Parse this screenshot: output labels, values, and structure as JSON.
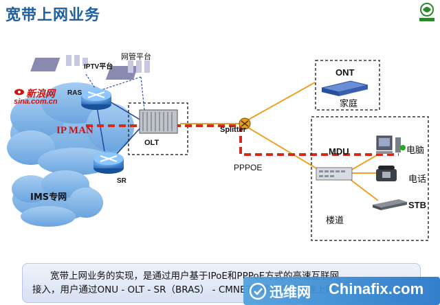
{
  "title": "宽带上网业务",
  "colors": {
    "title": "#1f5f9f",
    "ipman": "#cc1111",
    "fiber": "#f0a020",
    "dash": "#d42a1a",
    "cloud": "#7fb3e6"
  },
  "labels": {
    "sina_brand": "新浪网",
    "sina_domain": "sina.com.cn",
    "iptv": "IPTV平台",
    "nms": "网管平台",
    "bras": "RAS",
    "ipman": "IP MAN",
    "olt": "OLT",
    "sr": "SR",
    "ims": "IMS专网",
    "splitter": "Splitter",
    "pppoe": "PPPOE",
    "ont": "ONT",
    "home": "家庭",
    "mdu": "MDU",
    "pc": "电脑",
    "phone": "电话",
    "stb": "STB",
    "corridor": "楼道"
  },
  "caption": {
    "line1": "宽带上网业务的实现，是通过用户基于IPoE和PPPoE方式的高速互联网",
    "line2": "接入，用户通过ONU - OLT - SR（BRAS） - CMNET的路径实现高速上网"
  },
  "watermark": {
    "left": "迅维网",
    "right": "Chinafix.com"
  },
  "icons": [
    "router-icon",
    "server-icon",
    "olt-chassis-icon",
    "splitter-icon",
    "modem-icon",
    "computer-icon",
    "telephone-icon",
    "set-top-box-icon",
    "cloud-icon"
  ]
}
